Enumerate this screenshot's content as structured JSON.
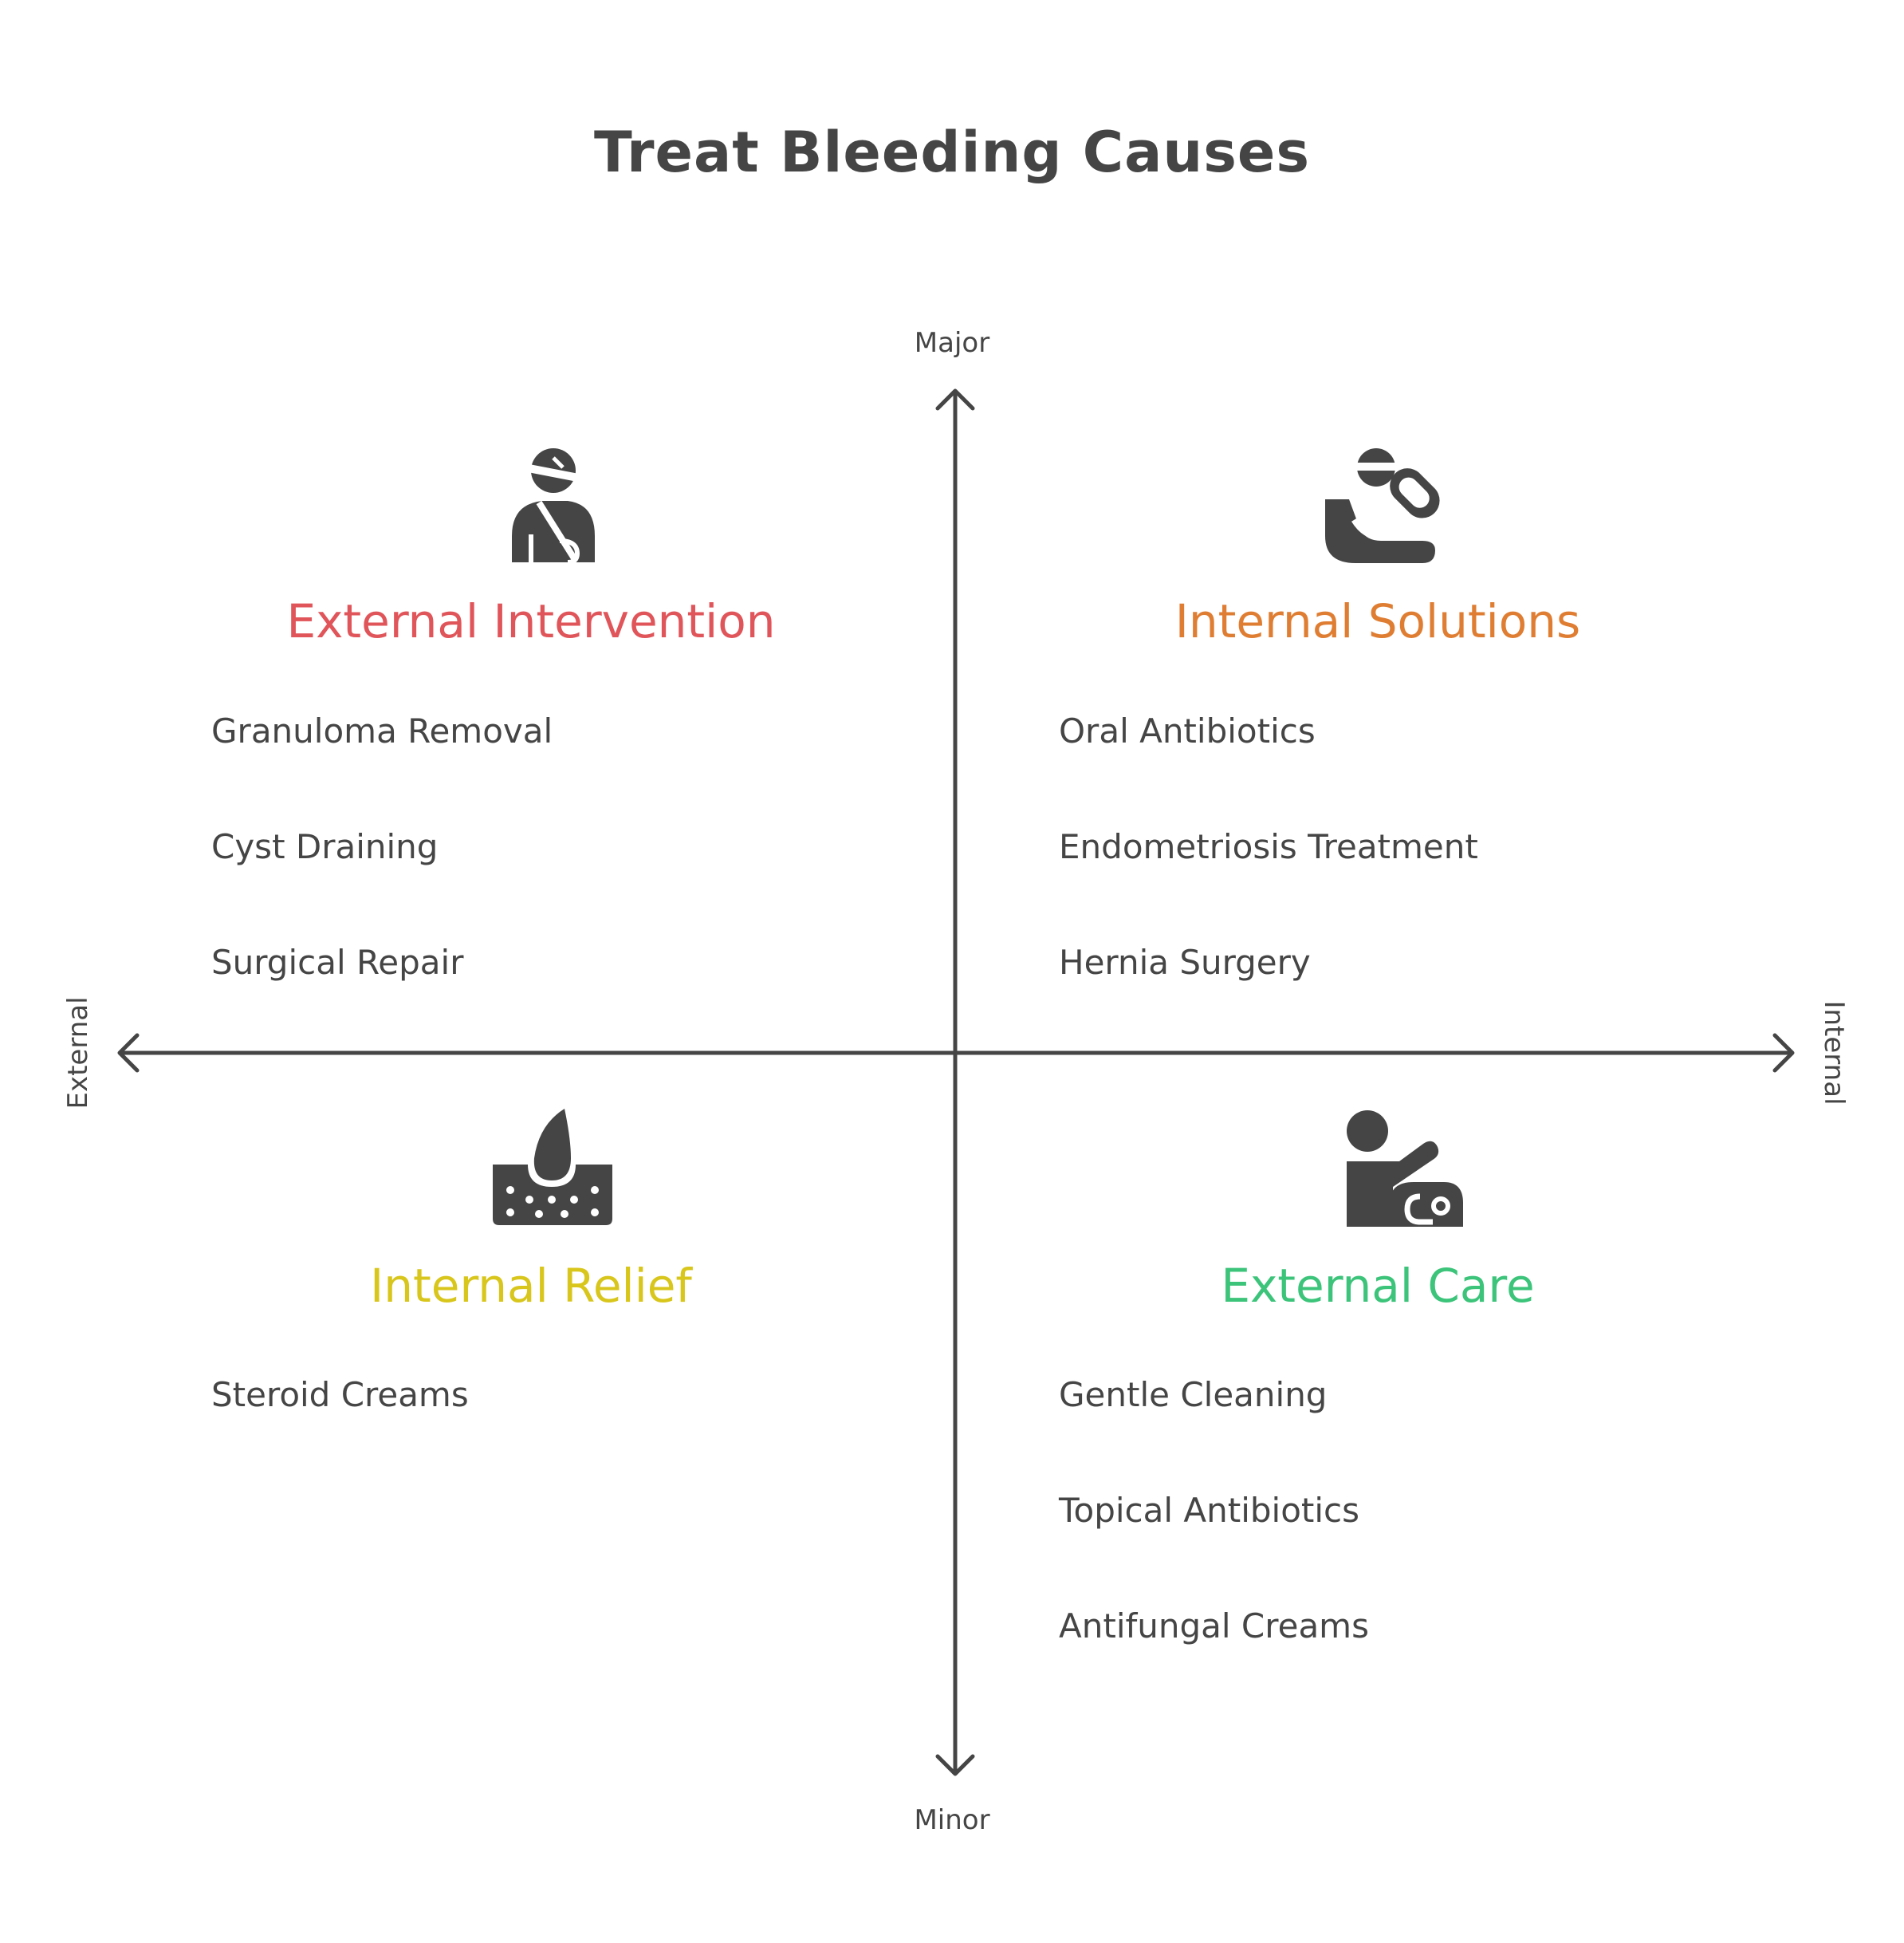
{
  "title": "Treat Bleeding Causes",
  "axes": {
    "top": "Major",
    "bottom": "Minor",
    "left": "External",
    "right": "Internal"
  },
  "colors": {
    "axis": "#454545",
    "text": "#454545",
    "external_intervention": "#E0555A",
    "internal_solutions": "#DF7E33",
    "internal_relief": "#D9C61C",
    "external_care": "#3CC47A"
  },
  "quadrants": [
    {
      "title": "External Intervention",
      "icon": "injured-person-sling-icon",
      "items": [
        "Granuloma Removal",
        "Cyst Draining",
        "Surgical Repair"
      ]
    },
    {
      "title": "Internal Solutions",
      "icon": "hand-pill-icon",
      "items": [
        "Oral Antibiotics",
        "Endometriosis Treatment",
        "Hernia Surgery"
      ]
    },
    {
      "title": "Internal Relief",
      "icon": "skin-drop-icon",
      "items": [
        "Steroid Creams"
      ]
    },
    {
      "title": "External Care",
      "icon": "person-stethoscope-icon",
      "items": [
        "Gentle Cleaning",
        "Topical Antibiotics",
        "Antifungal Creams"
      ]
    }
  ]
}
